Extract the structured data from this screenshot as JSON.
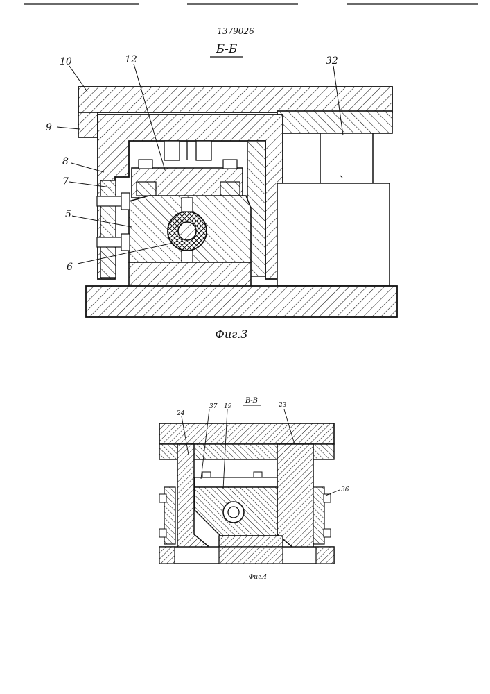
{
  "patent_number": "1379026",
  "figure3": {
    "section_label": "Б-Б",
    "caption": "Фиг.3",
    "callouts": {
      "c10": "10",
      "c9": "9",
      "c8": "8",
      "c7": "7",
      "c5": "5",
      "c6": "6",
      "c12": "12",
      "c32": "32"
    }
  },
  "figure4": {
    "section_label": "В-В",
    "caption": "Фиг.4",
    "callouts": {
      "c24": "24",
      "c37": "37",
      "c19": "19",
      "c23": "23",
      "c36": "36"
    }
  }
}
